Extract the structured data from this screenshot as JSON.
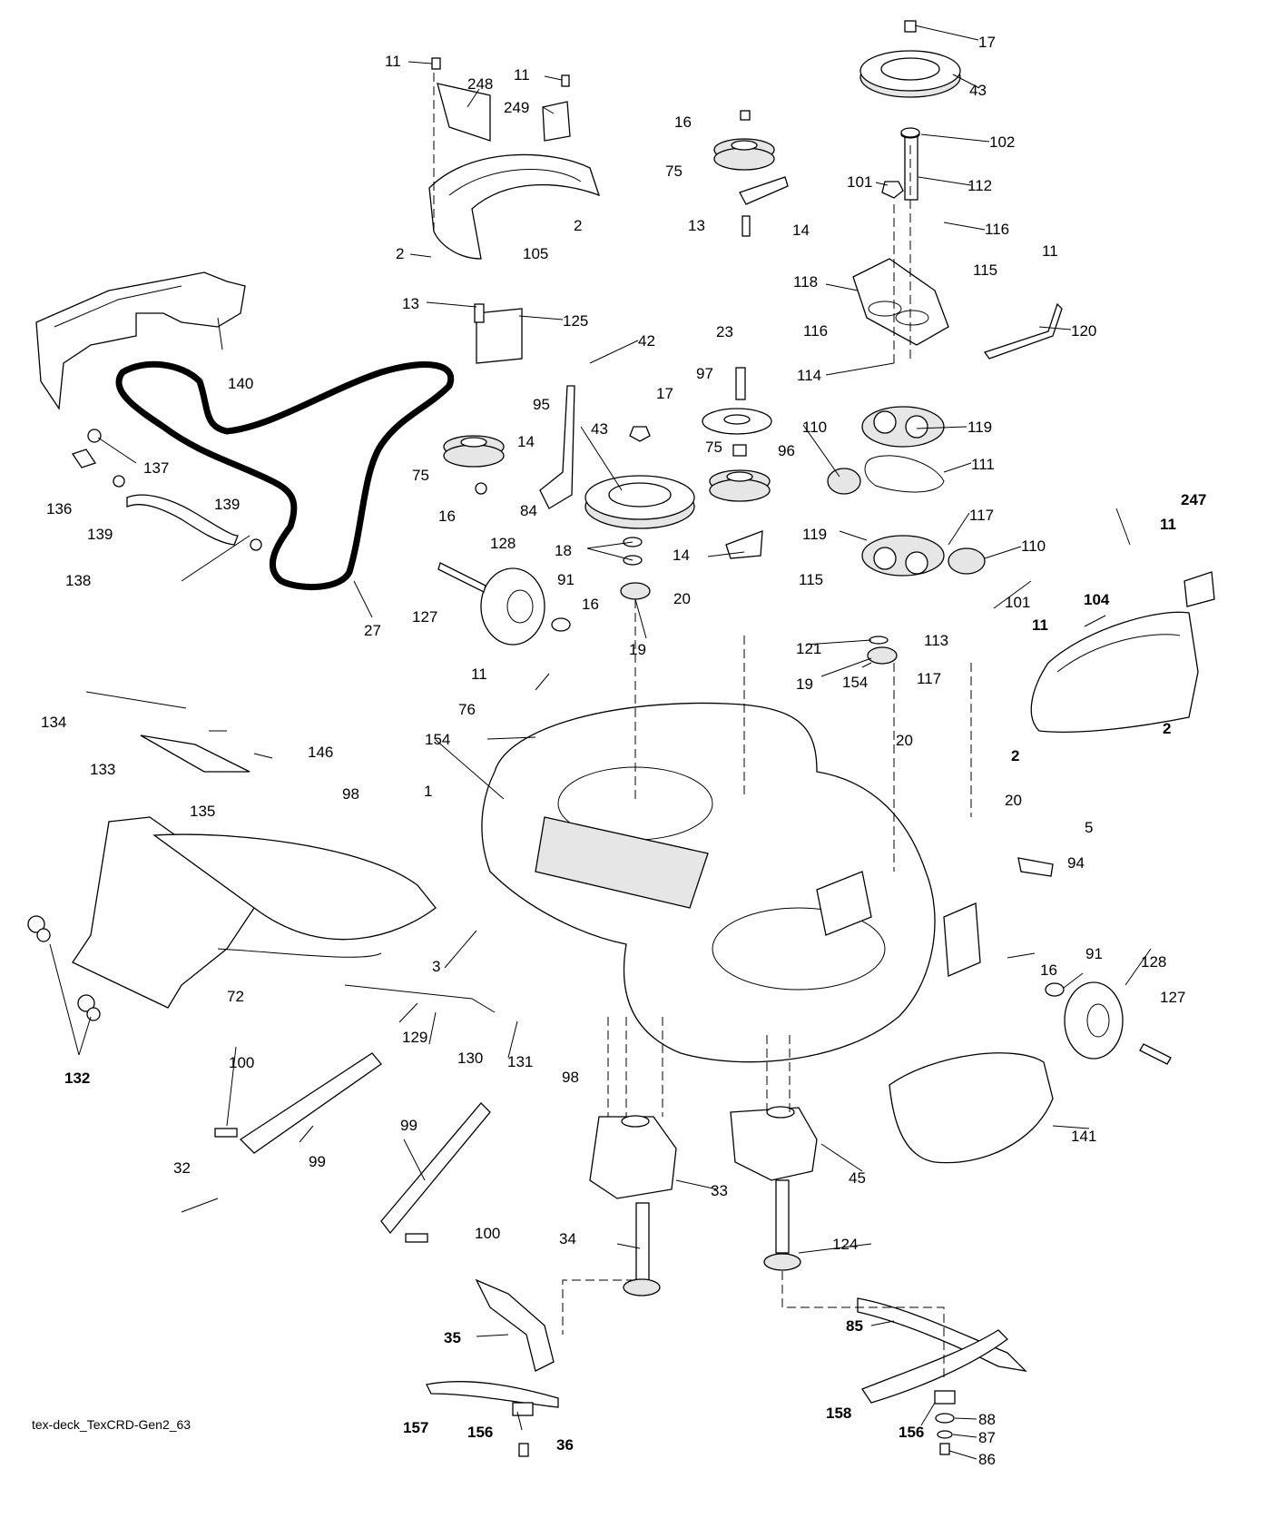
{
  "diagram": {
    "caption": "tex-deck_TexCRD-Gen2_63",
    "labels": [
      {
        "id": "l1",
        "text": "11"
      },
      {
        "id": "l2",
        "text": "248"
      },
      {
        "id": "l3",
        "text": "11"
      },
      {
        "id": "l4",
        "text": "249"
      },
      {
        "id": "l5",
        "text": "2"
      },
      {
        "id": "l6",
        "text": "105"
      },
      {
        "id": "l7",
        "text": "2"
      },
      {
        "id": "l8",
        "text": "16"
      },
      {
        "id": "l9",
        "text": "75"
      },
      {
        "id": "l10",
        "text": "13"
      },
      {
        "id": "l11",
        "text": "14"
      },
      {
        "id": "l12",
        "text": "17"
      },
      {
        "id": "l13",
        "text": "43"
      },
      {
        "id": "l14",
        "text": "102"
      },
      {
        "id": "l15",
        "text": "101"
      },
      {
        "id": "l16",
        "text": "112"
      },
      {
        "id": "l17",
        "text": "116"
      },
      {
        "id": "l18",
        "text": "115"
      },
      {
        "id": "l19",
        "text": "11"
      },
      {
        "id": "l20",
        "text": "118"
      },
      {
        "id": "l21",
        "text": "116"
      },
      {
        "id": "l22",
        "text": "120"
      },
      {
        "id": "l23",
        "text": "114"
      },
      {
        "id": "l24",
        "text": "13"
      },
      {
        "id": "l25",
        "text": "125"
      },
      {
        "id": "l26",
        "text": "42"
      },
      {
        "id": "l27",
        "text": "95"
      },
      {
        "id": "l28",
        "text": "140"
      },
      {
        "id": "l29",
        "text": "14"
      },
      {
        "id": "l30",
        "text": "137"
      },
      {
        "id": "l31",
        "text": "75"
      },
      {
        "id": "l32",
        "text": "136"
      },
      {
        "id": "l33",
        "text": "16"
      },
      {
        "id": "l34",
        "text": "139"
      },
      {
        "id": "l35",
        "text": "139"
      },
      {
        "id": "l36",
        "text": "84"
      },
      {
        "id": "l37",
        "text": "138"
      },
      {
        "id": "l38",
        "text": "27"
      },
      {
        "id": "l39",
        "text": "23"
      },
      {
        "id": "l40",
        "text": "97"
      },
      {
        "id": "l41",
        "text": "17"
      },
      {
        "id": "l42",
        "text": "43"
      },
      {
        "id": "l43",
        "text": "96"
      },
      {
        "id": "l44",
        "text": "75"
      },
      {
        "id": "l45",
        "text": "18"
      },
      {
        "id": "l46",
        "text": "14"
      },
      {
        "id": "l47",
        "text": "110"
      },
      {
        "id": "l48",
        "text": "119"
      },
      {
        "id": "l49",
        "text": "111"
      },
      {
        "id": "l50",
        "text": "117"
      },
      {
        "id": "l51",
        "text": "119"
      },
      {
        "id": "l52",
        "text": "110"
      },
      {
        "id": "l53",
        "text": "128"
      },
      {
        "id": "l54",
        "text": "91"
      },
      {
        "id": "l55",
        "text": "16"
      },
      {
        "id": "l56",
        "text": "127"
      },
      {
        "id": "l57",
        "text": "20"
      },
      {
        "id": "l58",
        "text": "19"
      },
      {
        "id": "l59",
        "text": "115"
      },
      {
        "id": "l60",
        "text": "113"
      },
      {
        "id": "l61",
        "text": "101"
      },
      {
        "id": "l62",
        "text": "247"
      },
      {
        "id": "l63",
        "text": "11"
      },
      {
        "id": "l64",
        "text": "104"
      },
      {
        "id": "l65",
        "text": "11"
      },
      {
        "id": "l66",
        "text": "121"
      },
      {
        "id": "l67",
        "text": "117"
      },
      {
        "id": "l68",
        "text": "19"
      },
      {
        "id": "l69",
        "text": "154"
      },
      {
        "id": "l70",
        "text": "11"
      },
      {
        "id": "l71",
        "text": "76"
      },
      {
        "id": "l72",
        "text": "154"
      },
      {
        "id": "l73",
        "text": "134"
      },
      {
        "id": "l74",
        "text": "146"
      },
      {
        "id": "l75",
        "text": "133"
      },
      {
        "id": "l76",
        "text": "135"
      },
      {
        "id": "l77",
        "text": "98"
      },
      {
        "id": "l78",
        "text": "1"
      },
      {
        "id": "l79",
        "text": "20"
      },
      {
        "id": "l80",
        "text": "2"
      },
      {
        "id": "l81",
        "text": "2"
      },
      {
        "id": "l82",
        "text": "20"
      },
      {
        "id": "l83",
        "text": "5"
      },
      {
        "id": "l84",
        "text": "94"
      },
      {
        "id": "l85",
        "text": "3"
      },
      {
        "id": "l86",
        "text": "72"
      },
      {
        "id": "l87",
        "text": "16"
      },
      {
        "id": "l88",
        "text": "91"
      },
      {
        "id": "l89",
        "text": "128"
      },
      {
        "id": "l90",
        "text": "127"
      },
      {
        "id": "l91",
        "text": "129"
      },
      {
        "id": "l92",
        "text": "130"
      },
      {
        "id": "l93",
        "text": "131"
      },
      {
        "id": "l94",
        "text": "98"
      },
      {
        "id": "l95",
        "text": "132"
      },
      {
        "id": "l96",
        "text": "100"
      },
      {
        "id": "l97",
        "text": "99"
      },
      {
        "id": "l98",
        "text": "99"
      },
      {
        "id": "l99",
        "text": "32"
      },
      {
        "id": "l100",
        "text": "100"
      },
      {
        "id": "l101",
        "text": "33"
      },
      {
        "id": "l102",
        "text": "45"
      },
      {
        "id": "l103",
        "text": "141"
      },
      {
        "id": "l104",
        "text": "34"
      },
      {
        "id": "l105",
        "text": "124"
      },
      {
        "id": "l106",
        "text": "35"
      },
      {
        "id": "l107",
        "text": "85"
      },
      {
        "id": "l108",
        "text": "157"
      },
      {
        "id": "l109",
        "text": "156"
      },
      {
        "id": "l110",
        "text": "36"
      },
      {
        "id": "l111",
        "text": "158"
      },
      {
        "id": "l112",
        "text": "156"
      },
      {
        "id": "l113",
        "text": "88"
      },
      {
        "id": "l114",
        "text": "87"
      },
      {
        "id": "l115",
        "text": "86"
      }
    ]
  }
}
